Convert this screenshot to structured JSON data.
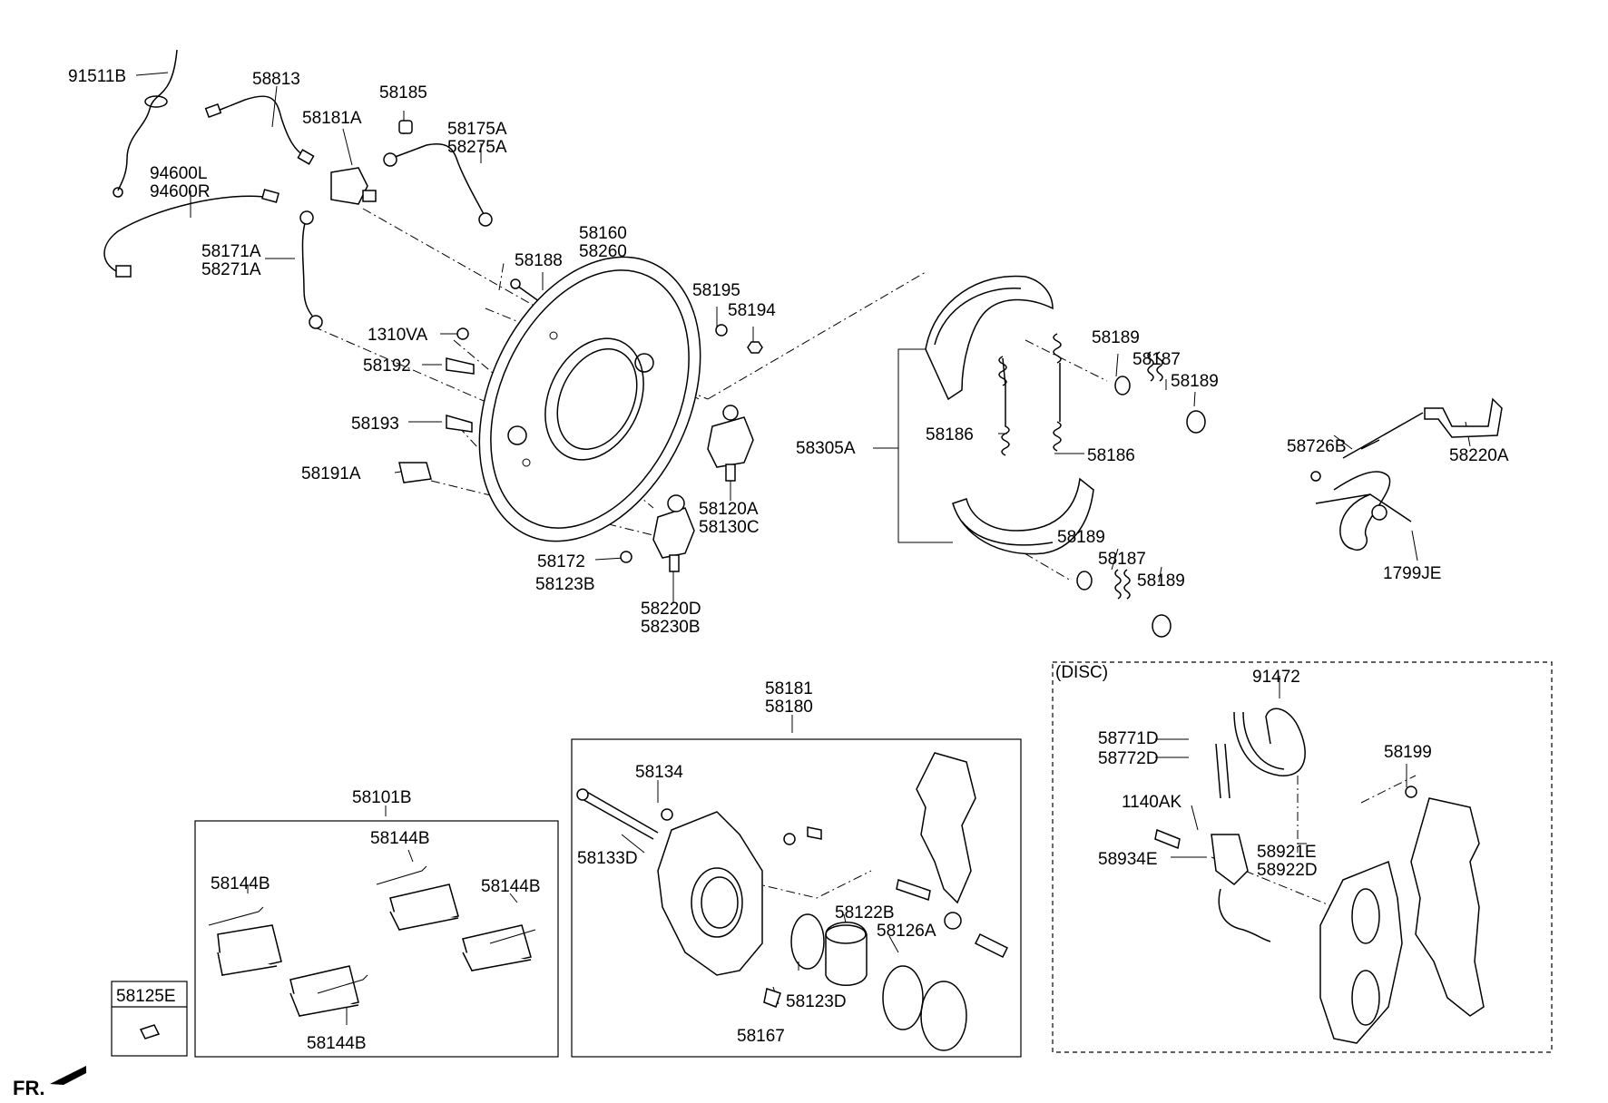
{
  "diagram": {
    "labels": {
      "p91511B": "91511B",
      "p58813": "58813",
      "p58185": "58185",
      "p58181A": "58181A",
      "p58175A": "58175A",
      "p58275A": "58275A",
      "p94600L": "94600L",
      "p94600R": "94600R",
      "p58160": "58160",
      "p58260": "58260",
      "p58171A": "58171A",
      "p58271A": "58271A",
      "p58188": "58188",
      "p58195": "58195",
      "p58194": "58194",
      "p1310VA": "1310VA",
      "p58192": "58192",
      "p58193": "58193",
      "p58191A": "58191A",
      "p58120A": "58120A",
      "p58130C": "58130C",
      "p58172": "58172",
      "p58123B": "58123B",
      "p58220D": "58220D",
      "p58230B": "58230B",
      "p58305A": "58305A",
      "p58186a": "58186",
      "p58186b": "58186",
      "p58189a": "58189",
      "p58187a": "58187",
      "p58189b": "58189",
      "p58189c": "58189",
      "p58187b": "58187",
      "p58189d": "58189",
      "p58726B": "58726B",
      "p58220A": "58220A",
      "p1799JE": "1799JE",
      "p58181": "58181",
      "p58180": "58180",
      "p58134": "58134",
      "p58133D": "58133D",
      "p58122B": "58122B",
      "p58126A": "58126A",
      "p58123D": "58123D",
      "p58167": "58167",
      "p58101B": "58101B",
      "p58144B_1": "58144B",
      "p58144B_2": "58144B",
      "p58144B_3": "58144B",
      "p58144B_4": "58144B",
      "p58125E": "58125E",
      "disc": "(DISC)",
      "p91472": "91472",
      "p58771D": "58771D",
      "p58772D": "58772D",
      "p1140AK": "1140AK",
      "p58934E": "58934E",
      "p58921E": "58921E",
      "p58922D": "58922D",
      "p58199": "58199",
      "fr": "FR."
    }
  }
}
